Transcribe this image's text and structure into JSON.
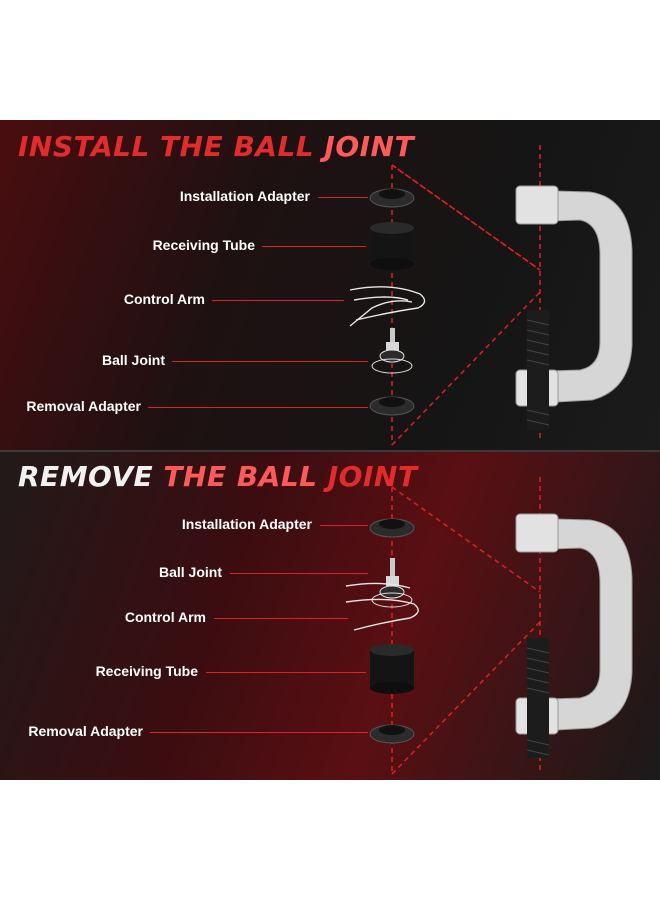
{
  "install": {
    "title_words": [
      "INSTALL",
      "THE BALL",
      "JOINT"
    ],
    "labels": [
      "Installation Adapter",
      "Receiving Tube",
      "Control Arm",
      "Ball Joint",
      "Removal Adapter"
    ]
  },
  "remove": {
    "title_words": [
      "REMOVE",
      "THE BALL",
      "JOINT"
    ],
    "labels": [
      "Installation Adapter",
      "Ball Joint",
      "Control Arm",
      "Receiving Tube",
      "Removal Adapter"
    ]
  },
  "colors": {
    "accent": "#e22b2b",
    "leader": "#dd2222",
    "tool": "#d8d8d8"
  }
}
